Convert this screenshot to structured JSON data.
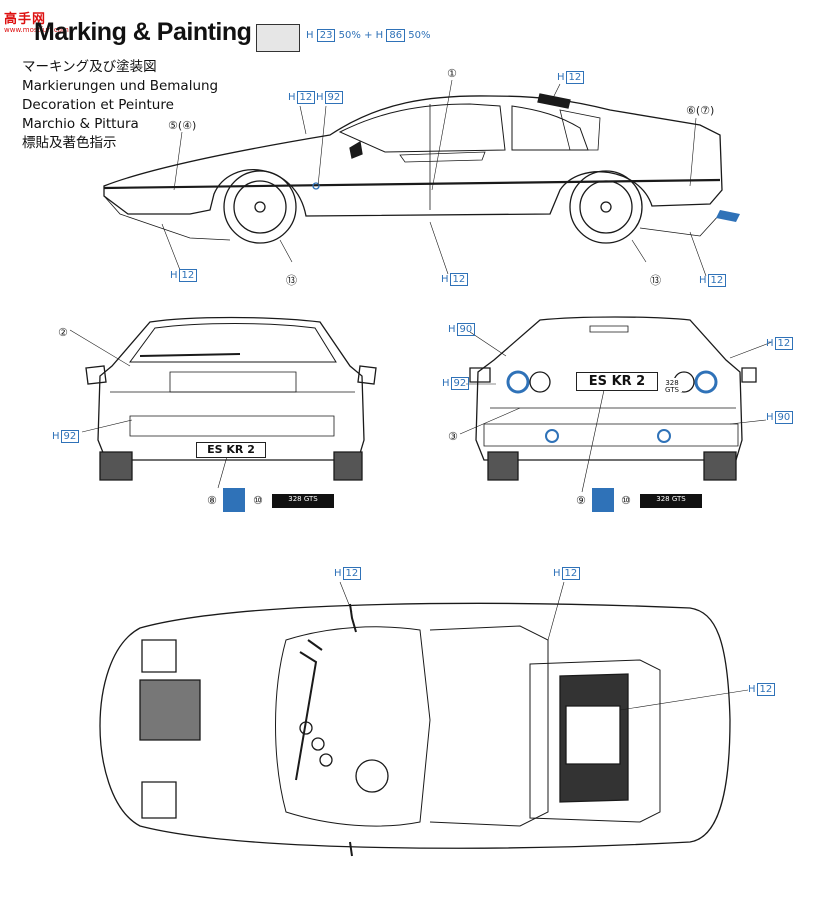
{
  "logo": {
    "name": "高手网",
    "url": "www.mostfun.com"
  },
  "title": "Marking & Painting",
  "subtitles": [
    "マーキング及び塗装図",
    "Markierungen und Bemalung",
    "Decoration et Peinture",
    "Marchio & Pittura",
    "標貼及著色指示"
  ],
  "paint_mix": {
    "a_code": "H",
    "a_num": "23",
    "a_pct": "50%",
    "plus": "+",
    "b_code": "H",
    "b_num": "86",
    "b_pct": "50%"
  },
  "colors": {
    "accent": "#2f72b8",
    "swatch": "#e6e6e6",
    "logo": "#dd1111"
  },
  "side_view": {
    "tags": [
      {
        "code": "H",
        "num": "12"
      },
      {
        "code": "H",
        "num": "12"
      },
      {
        "code": "H",
        "num": "92"
      },
      {
        "code": "H",
        "num": "12"
      },
      {
        "code": "H",
        "num": "12"
      },
      {
        "code": "H",
        "num": "12"
      }
    ],
    "numbers": [
      "①",
      "⑤(④)",
      "⑥(⑦)",
      "⑬",
      "⑬"
    ]
  },
  "front_view": {
    "tags": [
      {
        "code": "H",
        "num": "92"
      }
    ],
    "numbers": [
      "②",
      "⑧",
      "⑩"
    ],
    "plate": {
      "left": "ES",
      "right": "KR 2"
    }
  },
  "rear_view": {
    "tags": [
      {
        "code": "H",
        "num": "90"
      },
      {
        "code": "H",
        "num": "12"
      },
      {
        "code": "H",
        "num": "92"
      },
      {
        "code": "H",
        "num": "90"
      }
    ],
    "numbers": [
      "③",
      "⑨",
      "⑩"
    ],
    "plate": {
      "left": "ES",
      "right": "KR 2"
    },
    "model_badge": "328 GTS"
  },
  "top_view": {
    "tags": [
      {
        "code": "H",
        "num": "12"
      },
      {
        "code": "H",
        "num": "12"
      },
      {
        "code": "H",
        "num": "12"
      }
    ]
  },
  "decal_badge": "328 GTS"
}
